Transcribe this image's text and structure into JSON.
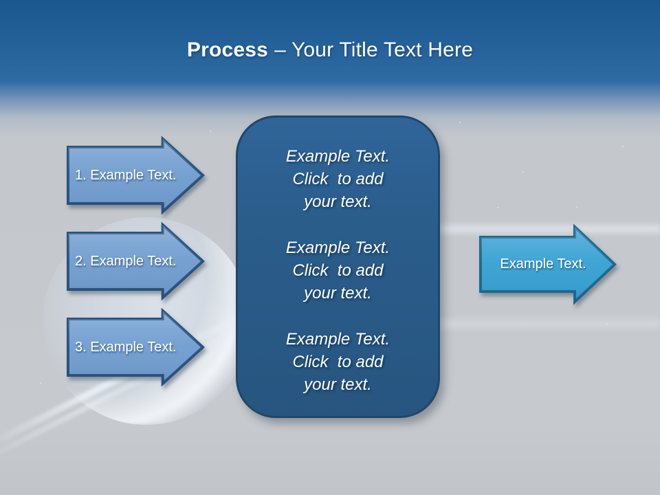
{
  "slide": {
    "title": {
      "bold": "Process",
      "rest": "– Your Title Text Here"
    },
    "left_arrows": [
      {
        "label": "1. Example Text."
      },
      {
        "label": "2. Example Text."
      },
      {
        "label": "3. Example Text."
      }
    ],
    "panel": {
      "blocks": [
        "Example Text.\nClick  to add\nyour text.",
        "Example Text.\nClick  to add\nyour text.",
        "Example Text.\nClick  to add\nyour text."
      ]
    },
    "right_arrow": {
      "label": "Example Text."
    },
    "colors": {
      "header_blue": "#2f6ba3",
      "background_gray": "#c6c9cd",
      "left_arrow_fill": "#6f9ccf",
      "left_arrow_border": "#26527e",
      "right_arrow_fill": "#35a0d2",
      "right_arrow_border": "#19688f",
      "panel_fill": "#2b5d8b",
      "panel_border": "#1f4769",
      "text_white": "#ffffff"
    }
  }
}
